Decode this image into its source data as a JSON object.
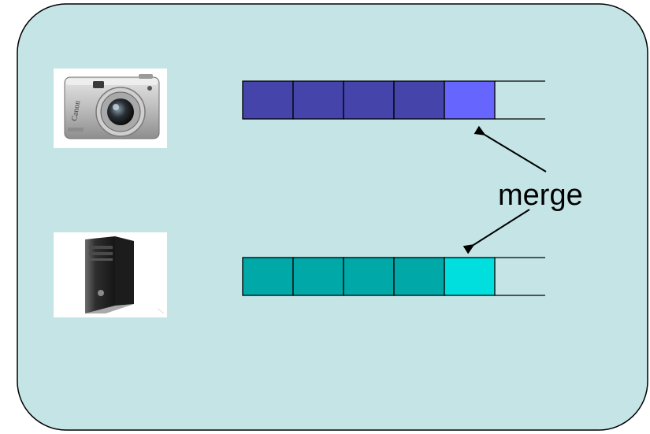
{
  "panel": {
    "background_color": "#c4e4e6",
    "border_color": "#000000"
  },
  "devices": [
    {
      "icon": "digital-camera-icon",
      "brand_text": "Canon"
    },
    {
      "icon": "desktop-computer-icon",
      "brand_text": ""
    }
  ],
  "queues": [
    {
      "filled_color": "#4444aa",
      "highlight_color": "#6666ff",
      "filled_blocks": 4,
      "highlight_blocks": 1,
      "empty_slots": 1
    },
    {
      "filled_color": "#00a8a8",
      "highlight_color": "#00dede",
      "filled_blocks": 4,
      "highlight_blocks": 1,
      "empty_slots": 1
    }
  ],
  "annotation": {
    "label": "merge"
  }
}
